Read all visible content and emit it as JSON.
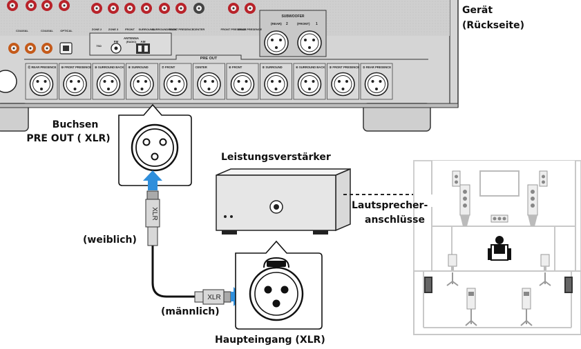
{
  "labels": {
    "device": "Gerät",
    "device_side": "(Rückseite)",
    "pre_out_line1": "Buchsen",
    "pre_out_line2": "PRE OUT ( XLR)",
    "amplifier": "Leistungsverstärker",
    "speaker_terminals_line1": "Lautsprecher-",
    "speaker_terminals_line2": "anschlüsse",
    "female": "(weiblich)",
    "male": "(männlich)",
    "main_input": "Haupteingang (XLR)",
    "cable_label": "XLR"
  },
  "panel_text": {
    "pre_out": "PRE OUT",
    "subwoofer": "SUBWOOFER",
    "sub_rear": "(REAR)",
    "sub_front": "(FRONT)",
    "sub_num_2": "2",
    "sub_num_1": "1",
    "antenna": "ANTENNA",
    "radio": "(RADIO)",
    "fm": "FM",
    "am": "AM",
    "tuner_tag": "75Ω",
    "top_labels": [
      "ZONE 2",
      "ZONE 3",
      "FRONT",
      "SURROUND",
      "SURROUND BACK",
      "FRONT PRESENCE",
      "CENTER",
      "FRONT PRESENCE",
      "REAR PRESENCE"
    ],
    "coax_labels": [
      "COAXIAL",
      "COAXIAL",
      "OPTICAL"
    ],
    "jacks": [
      {
        "num": "⑪",
        "name": "REAR PRESENCE"
      },
      {
        "num": "⑩",
        "name": "FRONT PRESENCE"
      },
      {
        "num": "⑨",
        "name": "SURROUND BACK"
      },
      {
        "num": "⑧",
        "name": "SURROUND"
      },
      {
        "num": "⑦",
        "name": "FRONT"
      },
      {
        "num": "",
        "name": "CENTER"
      },
      {
        "num": "⑥",
        "name": "FRONT"
      },
      {
        "num": "⑤",
        "name": "SURROUND"
      },
      {
        "num": "④",
        "name": "SURROUND BACK"
      },
      {
        "num": "③",
        "name": "FRONT PRESENCE"
      },
      {
        "num": "②",
        "name": "REAR PRESENCE"
      }
    ]
  }
}
